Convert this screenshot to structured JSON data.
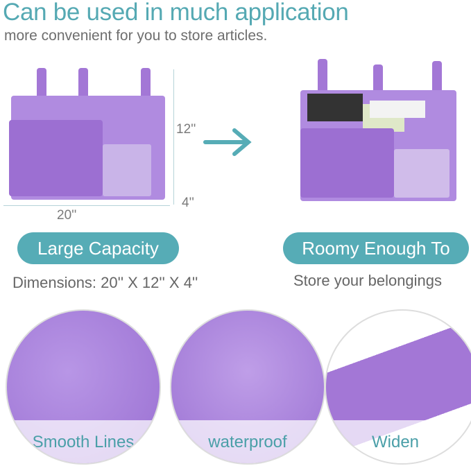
{
  "header": {
    "title": "Can be used in much application",
    "subtitle": "more convenient for you to store articles."
  },
  "dimensions": {
    "height": "12''",
    "depth": "4''",
    "width": "20''"
  },
  "left_panel": {
    "badge": "Large Capacity",
    "caption": "Dimensions: 20'' X 12'' X 4''"
  },
  "right_panel": {
    "badge": "Roomy Enough To",
    "caption": "Store your belongings"
  },
  "features": [
    {
      "label": "Smooth Lines"
    },
    {
      "label": "waterproof"
    },
    {
      "label": "Widen"
    }
  ],
  "colors": {
    "accent": "#56acb6",
    "product": "#a377d6"
  }
}
